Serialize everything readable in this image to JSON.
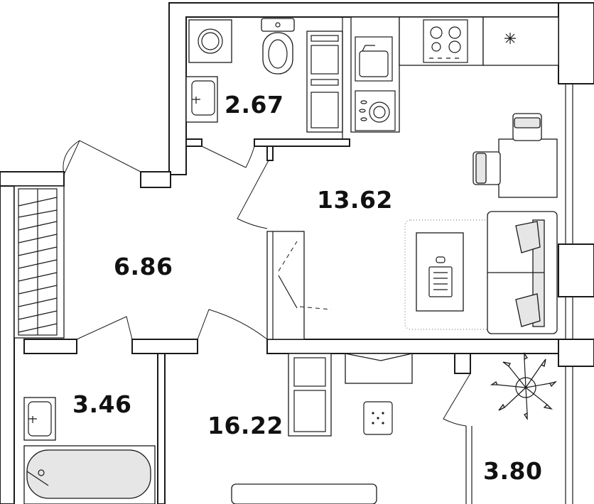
{
  "rooms": [
    {
      "id": "bathroom-wc",
      "area": "2.67"
    },
    {
      "id": "kitchen-living",
      "area": "13.62"
    },
    {
      "id": "hallway",
      "area": "6.86"
    },
    {
      "id": "bathroom",
      "area": "3.46"
    },
    {
      "id": "bedroom",
      "area": "16.22"
    },
    {
      "id": "balcony",
      "area": "3.80"
    }
  ],
  "colors": {
    "wall": "#1a1a1a",
    "fill_grey": "#e6e6e6",
    "background": "#ffffff"
  },
  "icons": [
    "washing-machine-icon",
    "toilet-icon",
    "sink-icon",
    "stove-icon",
    "fridge-icon",
    "dishwasher-icon",
    "sofa-icon",
    "table-icon",
    "chair-icon",
    "laptop-icon",
    "plant-icon",
    "bathtub-icon",
    "wardrobe-icon",
    "desk-icon"
  ]
}
